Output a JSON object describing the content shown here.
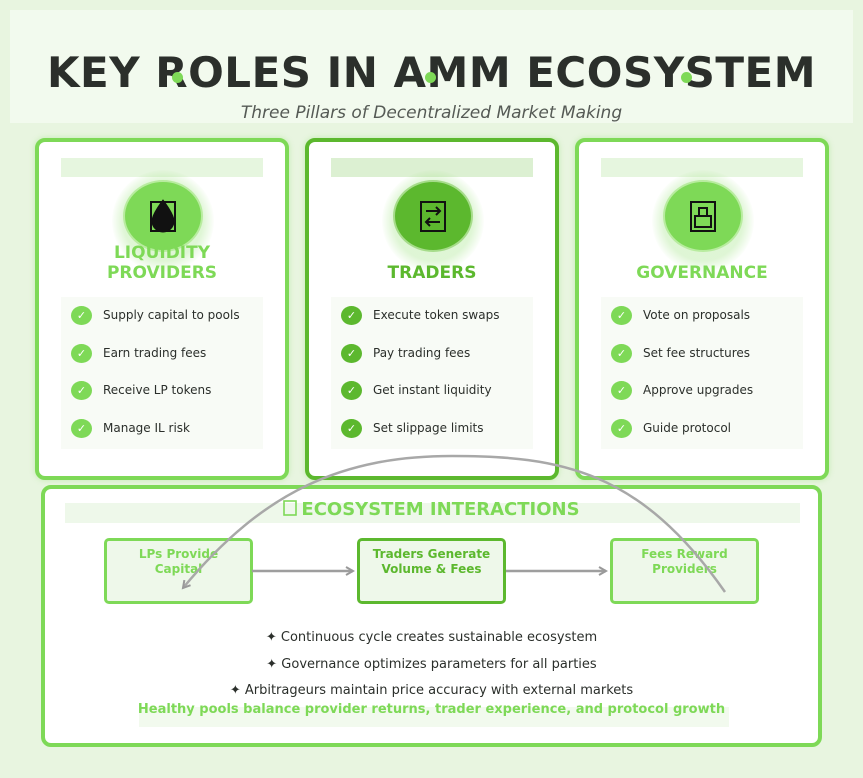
{
  "header": {
    "title": "KEY ROLES IN AMM ECOSYSTEM",
    "subtitle": "Three Pillars of Decentralized Market Making"
  },
  "colors": {
    "accent": "#7ed957",
    "accent_dark": "#5cb82e",
    "text": "#2b2f2b",
    "background": "#e8f5e0"
  },
  "cards": [
    {
      "icon": "water-drop-icon",
      "title_line1": "LIQUIDITY",
      "title_line2": "PROVIDERS",
      "features": [
        "Supply capital to pools",
        "Earn trading fees",
        "Receive LP tokens",
        "Manage IL risk"
      ]
    },
    {
      "icon": "exchange-arrows-icon",
      "title_line1": "",
      "title_line2": "TRADERS",
      "features": [
        "Execute token swaps",
        "Pay trading fees",
        "Get instant liquidity",
        "Set slippage limits"
      ]
    },
    {
      "icon": "ballot-box-icon",
      "title_line1": "",
      "title_line2": "GOVERNANCE",
      "features": [
        "Vote on proposals",
        "Set fee structures",
        "Approve upgrades",
        "Guide protocol"
      ]
    }
  ],
  "interactions": {
    "title": "ECOSYSTEM INTERACTIONS",
    "title_icon": "cycle-icon",
    "flow": [
      {
        "line1": "LPs Provide",
        "line2": "Capital"
      },
      {
        "line1": "Traders Generate",
        "line2": "Volume & Fees"
      },
      {
        "line1": "Fees Reward",
        "line2": "Providers"
      }
    ],
    "bullets": [
      "✦ Continuous cycle creates sustainable ecosystem",
      "✦ Governance optimizes parameters for all parties",
      "✦ Arbitrageurs maintain price accuracy with external markets"
    ],
    "tagline": "Healthy pools balance provider returns, trader experience, and protocol growth"
  }
}
